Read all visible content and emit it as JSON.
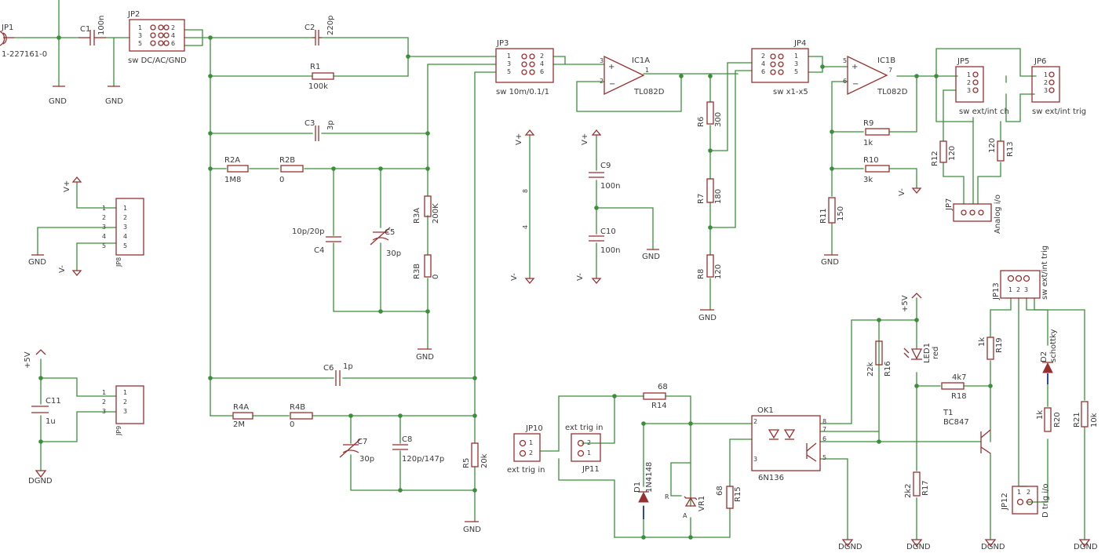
{
  "components": {
    "jp1": {
      "name": "JP1",
      "value": "1-227161-0"
    },
    "c1": {
      "name": "C1",
      "value": "100n"
    },
    "jp2": {
      "name": "JP2",
      "label": "sw DC/AC/GND"
    },
    "c2": {
      "name": "C2",
      "value": "220p"
    },
    "r1": {
      "name": "R1",
      "value": "100k"
    },
    "c3": {
      "name": "C3",
      "value": "3p"
    },
    "r2a": {
      "name": "R2A",
      "value": "1M8"
    },
    "r2b": {
      "name": "R2B",
      "value": "0"
    },
    "c4": {
      "name": "C4",
      "value": "10p/20p"
    },
    "c5": {
      "name": "C5",
      "value": "30p"
    },
    "r3a": {
      "name": "R3A",
      "value": "200K"
    },
    "r3b": {
      "name": "R3B",
      "value": "0"
    },
    "c6": {
      "name": "C6",
      "value": "1p"
    },
    "r4a": {
      "name": "R4A",
      "value": "2M"
    },
    "r4b": {
      "name": "R4B",
      "value": "0"
    },
    "c7": {
      "name": "C7",
      "value": "30p"
    },
    "c8": {
      "name": "C8",
      "value": "120p/147p"
    },
    "r5": {
      "name": "R5",
      "value": "20k"
    },
    "jp3": {
      "name": "JP3",
      "label": "sw 10m/0.1/1"
    },
    "ic1a": {
      "name": "IC1A",
      "value": "TL082D"
    },
    "c9": {
      "name": "C9",
      "value": "100n"
    },
    "c10": {
      "name": "C10",
      "value": "100n"
    },
    "r6": {
      "name": "R6",
      "value": "300"
    },
    "r7": {
      "name": "R7",
      "value": "180"
    },
    "r8": {
      "name": "R8",
      "value": "120"
    },
    "jp4": {
      "name": "JP4",
      "label": "sw x1-x5"
    },
    "ic1b": {
      "name": "IC1B",
      "value": "TL082D"
    },
    "r9": {
      "name": "R9",
      "value": "1k"
    },
    "r10": {
      "name": "R10",
      "value": "3k"
    },
    "r11": {
      "name": "R11",
      "value": "150"
    },
    "jp5": {
      "name": "JP5",
      "label": "sw ext/int ch"
    },
    "jp6": {
      "name": "JP6",
      "label": "sw ext/int trig"
    },
    "r12": {
      "name": "R12",
      "value": "120"
    },
    "r13": {
      "name": "R13",
      "value": "120"
    },
    "jp7": {
      "name": "JP7",
      "label": "Analog i/o"
    },
    "jp8": {
      "name": "JP8"
    },
    "jp9": {
      "name": "JP9"
    },
    "c11": {
      "name": "C11",
      "value": "1u"
    },
    "jp10": {
      "name": "JP10",
      "label": "ext trig in"
    },
    "jp11": {
      "name": "JP11",
      "label": "ext trig in"
    },
    "r14": {
      "name": "R14",
      "value": "68"
    },
    "d1": {
      "name": "D1",
      "value": "1N4148"
    },
    "vr1": {
      "name": "VR1",
      "pin_r": "R",
      "pin_a": "A"
    },
    "r15": {
      "name": "R15",
      "value": "68"
    },
    "ok1": {
      "name": "OK1",
      "value": "6N136"
    },
    "r16": {
      "name": "R16",
      "value": "22k"
    },
    "led1": {
      "name": "LED1",
      "value": "red"
    },
    "r17": {
      "name": "R17",
      "value": "2k2"
    },
    "r18": {
      "name": "R18",
      "value": "4k7"
    },
    "t1": {
      "name": "T1",
      "value": "BC847"
    },
    "r19": {
      "name": "R19",
      "value": "1k"
    },
    "d2": {
      "name": "D2",
      "value": "schottky"
    },
    "r20": {
      "name": "R20",
      "value": "1k"
    },
    "r21": {
      "name": "R21",
      "value": "10k"
    },
    "jp12": {
      "name": "JP12",
      "label": "D trig i/o"
    },
    "jp13": {
      "name": "JP13",
      "label": "sw ext/int trig"
    },
    "tl8": {
      "value": "8"
    },
    "tl4": {
      "value": "4"
    }
  },
  "power": {
    "gnd": "GND",
    "dgnd": "DGND",
    "vplus": "V+",
    "vminus": "V-",
    "plus5v": "+5V"
  },
  "colors": {
    "wire": "#3b8f3b",
    "part": "#9a2f2f",
    "text": "#3a3a3a"
  }
}
